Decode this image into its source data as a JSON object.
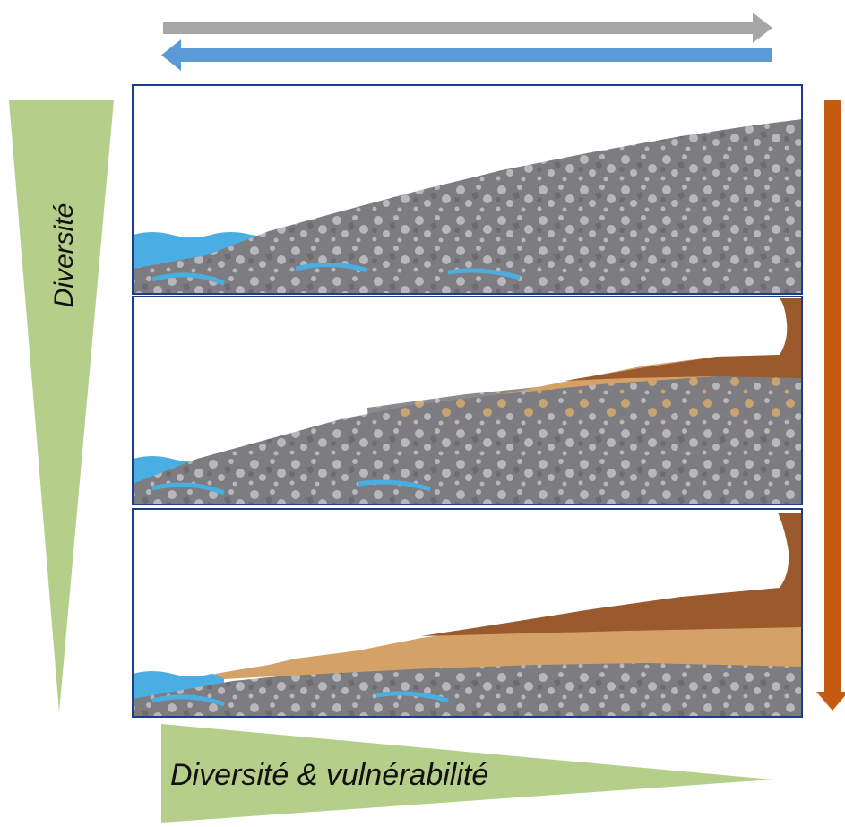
{
  "labels": {
    "vertical": "Diversité",
    "horizontal": "Diversité & vulnérabilité"
  },
  "colors": {
    "wedge_green": "#b5cf8a",
    "arrow_gray": "#a6a6a6",
    "arrow_blue": "#5b9bd5",
    "arrow_orange": "#c55a11",
    "panel_border": "#1f3c88",
    "gravel": "#7d7c80",
    "gravel_light": "#b8b7bc",
    "water": "#4aaee3",
    "sand": "#d4a266",
    "soil_dark": "#9a5a2e"
  },
  "panels": [
    {
      "name": "panel-gravel-beach",
      "layers": [
        "water",
        "gravel"
      ]
    },
    {
      "name": "panel-sand-infilled",
      "layers": [
        "water",
        "gravel",
        "sand",
        "soil-cliff"
      ]
    },
    {
      "name": "panel-sand-covered",
      "layers": [
        "water",
        "gravel",
        "sand",
        "soil-cliff"
      ]
    }
  ]
}
